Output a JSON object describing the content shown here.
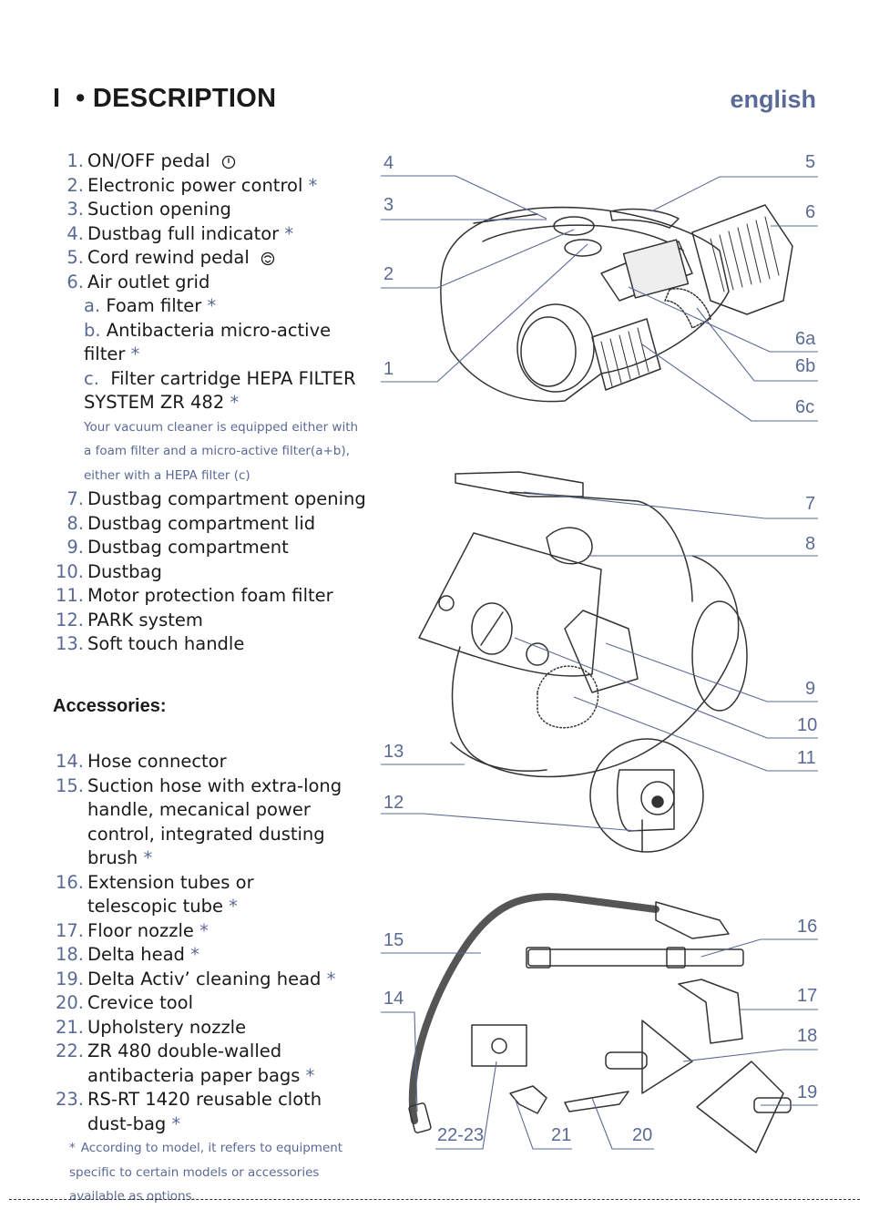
{
  "header": {
    "section": "I",
    "bullet": "•",
    "title": "DESCRIPTION",
    "language": "english"
  },
  "items": [
    {
      "num": "1.",
      "text": "ON/OFF pedal",
      "icon": "power-symbol-icon"
    },
    {
      "num": "2.",
      "text": "Electronic power control",
      "ast": "*"
    },
    {
      "num": "3.",
      "text": "Suction opening"
    },
    {
      "num": "4.",
      "text": "Dustbag full indicator",
      "ast": "*"
    },
    {
      "num": "5.",
      "text": "Cord rewind pedal",
      "icon": "cord-rewind-icon"
    },
    {
      "num": "6.",
      "text": "Air outlet grid"
    }
  ],
  "subitems": [
    {
      "letter": "a.",
      "text": "Foam filter",
      "ast": "*"
    },
    {
      "letter": "b.",
      "text": "Antibacteria micro-active filter",
      "ast": "*"
    },
    {
      "letter": "c.",
      "text": "Filter cartridge HEPA FILTER SYSTEM  ZR 482",
      "ast": "*"
    }
  ],
  "filter_note": "Your vacuum cleaner is equipped either with a foam filter and a micro-active filter(a+b), either with a HEPA filter (c)",
  "items2": [
    {
      "num": "7.",
      "text": "Dustbag compartment opening"
    },
    {
      "num": "8.",
      "text": "Dustbag compartment lid"
    },
    {
      "num": "9.",
      "text": "Dustbag compartment"
    },
    {
      "num": "10.",
      "text": "Dustbag"
    },
    {
      "num": "11.",
      "text": "Motor protection foam filter"
    },
    {
      "num": "12.",
      "text": "PARK system"
    },
    {
      "num": "13.",
      "text": "Soft touch handle"
    }
  ],
  "accessories_heading": "Accessories:",
  "accessories": [
    {
      "num": "14.",
      "text": "Hose connector"
    },
    {
      "num": "15.",
      "text": "Suction hose with extra-long handle, mecanical power control, integrated dusting brush",
      "ast": "*"
    },
    {
      "num": "16.",
      "text": "Extension tubes or telescopic tube",
      "ast": "*"
    },
    {
      "num": "17.",
      "text": "Floor nozzle",
      "ast": "*"
    },
    {
      "num": "18.",
      "text": "Delta head",
      "ast": "*"
    },
    {
      "num": "19.",
      "text": "Delta Activ’ cleaning head",
      "ast": "*"
    },
    {
      "num": "20.",
      "text": "Crevice tool"
    },
    {
      "num": "21.",
      "text": "Upholstery nozzle"
    },
    {
      "num": "22.",
      "text": "ZR 480 double-walled antibacteria paper bags",
      "ast": "*"
    },
    {
      "num": "23.",
      "text": "RS-RT 1420 reusable cloth dust-bag",
      "ast": "*"
    }
  ],
  "footnote": {
    "star": "*",
    "text": "According to model, it refers to equipment specific to certain models or accessories available as options."
  },
  "callouts": {
    "c4": "4",
    "c3": "3",
    "c2": "2",
    "c1": "1",
    "c5": "5",
    "c6": "6",
    "c6a": "6a",
    "c6b": "6b",
    "c6c": "6c",
    "c7": "7",
    "c8": "8",
    "c9": "9",
    "c10": "10",
    "c11": "11",
    "c13": "13",
    "c12": "12",
    "c15": "15",
    "c14": "14",
    "c16": "16",
    "c17": "17",
    "c18": "18",
    "c19": "19",
    "c2223": "22-23",
    "c21": "21",
    "c20": "20"
  },
  "colors": {
    "accent": "#5a6a96",
    "text": "#1a1a1a",
    "line": "#333333"
  }
}
